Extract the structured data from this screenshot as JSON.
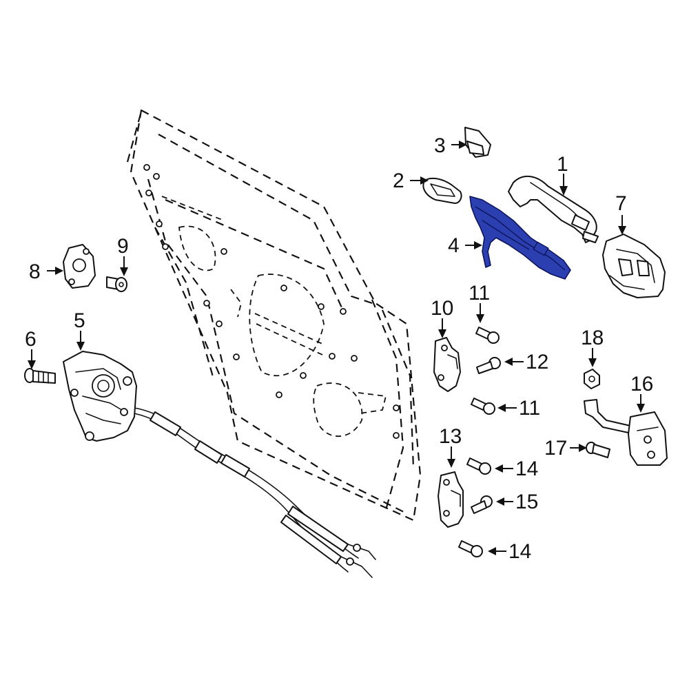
{
  "diagram": {
    "highlight_color": "#2b3fb0",
    "line_color": "#111111",
    "callouts": [
      "1",
      "2",
      "3",
      "4",
      "5",
      "6",
      "7",
      "8",
      "9",
      "10",
      "11",
      "11",
      "12",
      "13",
      "14",
      "14",
      "15",
      "16",
      "17",
      "18"
    ]
  }
}
